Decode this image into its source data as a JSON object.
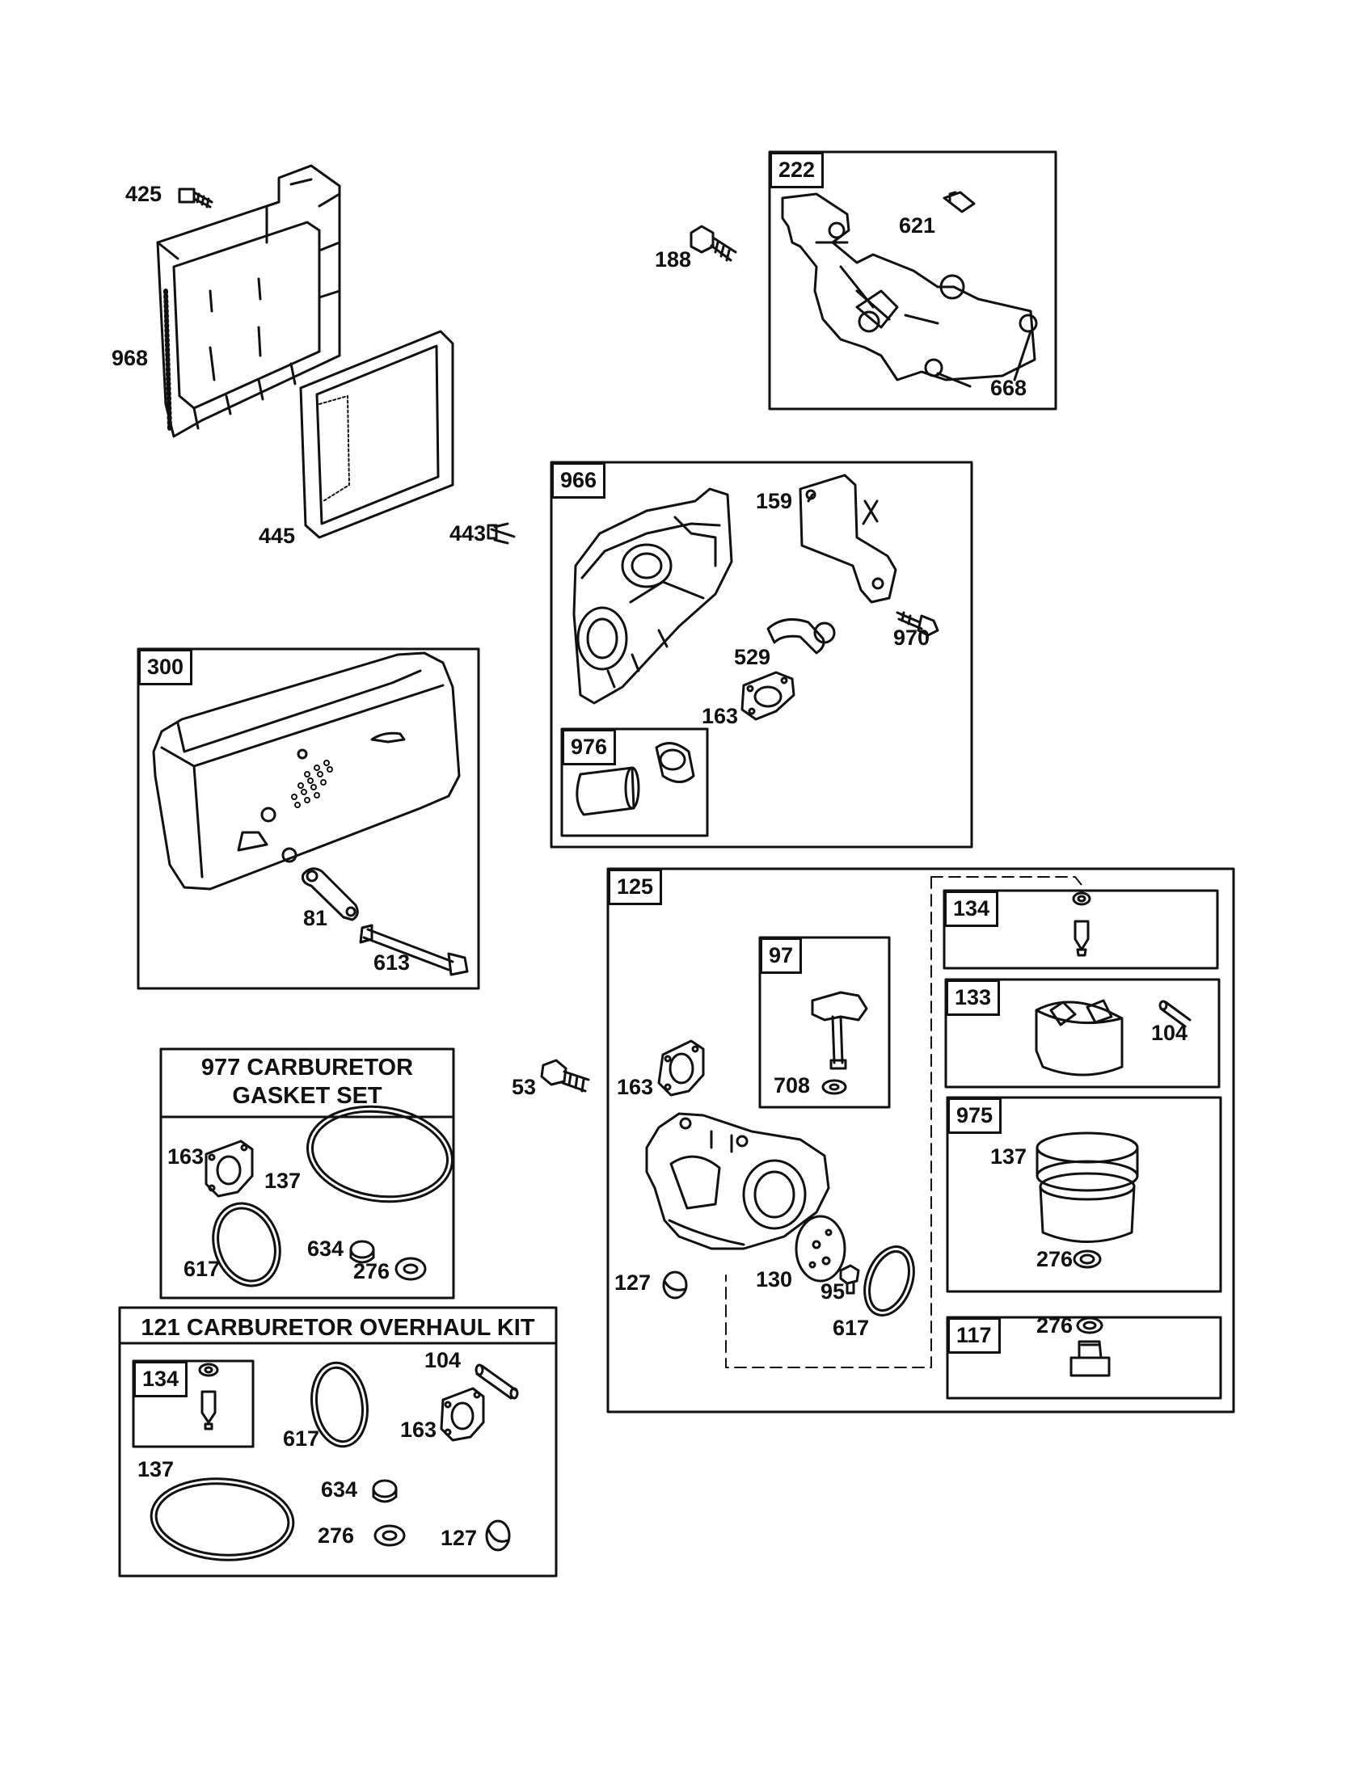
{
  "labels": {
    "p425": "425",
    "p968": "968",
    "p445": "445",
    "p443": "443",
    "p188": "188",
    "p621": "621",
    "p668": "668",
    "p159": "159",
    "p970": "970",
    "p529": "529",
    "p163a": "163",
    "p81": "81",
    "p613": "613",
    "p53": "53",
    "p163b": "163",
    "p708": "708",
    "p127a": "127",
    "p130": "130",
    "p95": "95",
    "p617a": "617",
    "p104a": "104",
    "p137a": "137",
    "p276a": "276",
    "p276b": "276",
    "p163c": "163",
    "p137b": "137",
    "p617b": "617",
    "p634a": "634",
    "p276c": "276",
    "p104b": "104",
    "p617c": "617",
    "p163d": "163",
    "p137c": "137",
    "p634b": "634",
    "p276d": "276",
    "p127b": "127"
  },
  "boxes": {
    "b222": "222",
    "b966": "966",
    "b976": "976",
    "b300": "300",
    "b125": "125",
    "b97": "97",
    "b134a": "134",
    "b133": "133",
    "b975": "975",
    "b117": "117",
    "b134b": "134"
  },
  "kits": {
    "gasket_line1": "977 CARBURETOR",
    "gasket_line2": "GASKET SET",
    "overhaul": "121 CARBURETOR OVERHAUL KIT"
  }
}
